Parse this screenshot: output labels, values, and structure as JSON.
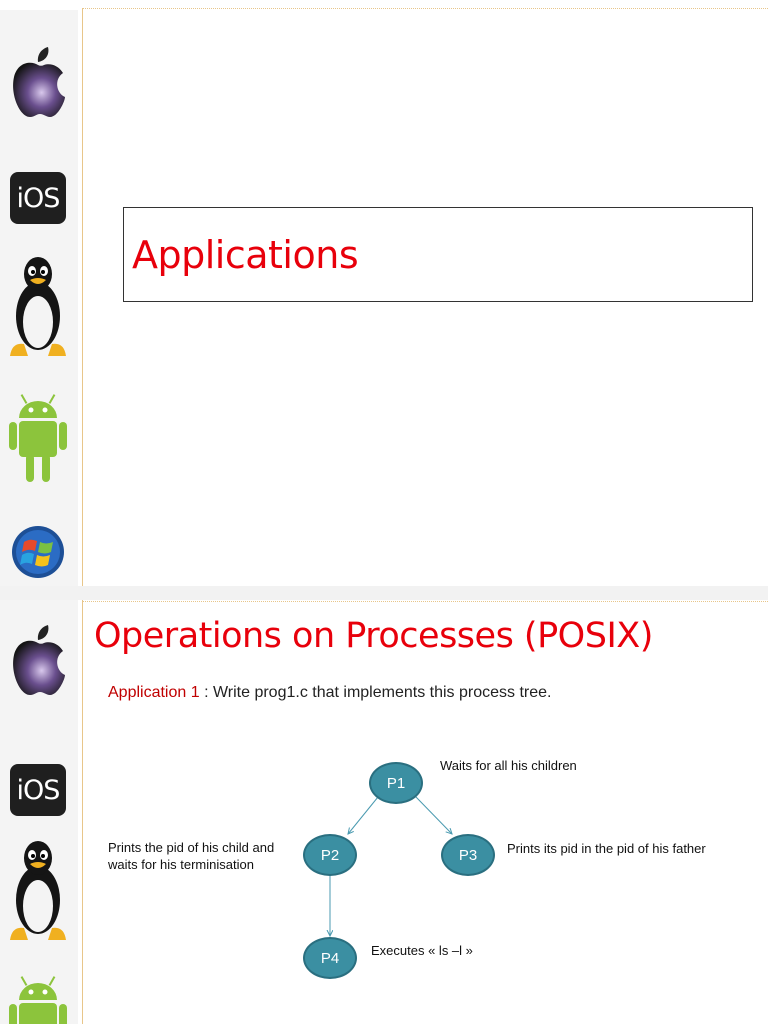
{
  "slide1": {
    "title": "Applications",
    "ios_label": "iOS",
    "logos": [
      "apple-icon",
      "ios-icon",
      "linux-penguin-icon",
      "android-icon",
      "windows-icon"
    ]
  },
  "slide2": {
    "title": "Operations on Processes (POSIX)",
    "app_label": "Application 1",
    "app_separator": " : ",
    "app_text": "Write prog1.c that implements this process tree.",
    "ios_label": "iOS",
    "nodes": {
      "p1": "P1",
      "p2": "P2",
      "p3": "P3",
      "p4": "P4"
    },
    "notes": {
      "p1": "Waits for all his children",
      "p2_line1": "Prints the pid of his child and",
      "p2_line2": "waits for his terminisation",
      "p3": "Prints its pid in the pid of his father",
      "p4": "Executes « ls –l »"
    },
    "colors": {
      "node_fill": "#3b8fa2",
      "node_border": "#2a6f80",
      "title": "#e8000b",
      "app_label": "#c00000"
    }
  }
}
